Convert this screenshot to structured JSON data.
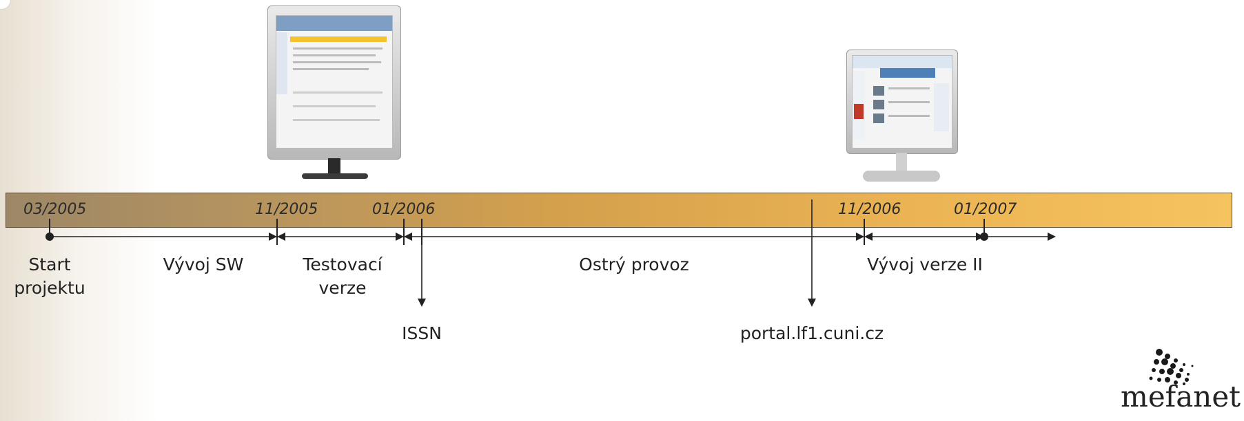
{
  "timeline": {
    "dates": [
      "03/2005",
      "11/2005",
      "01/2006",
      "11/2006",
      "01/2007"
    ],
    "phases": [
      {
        "label": "Start projektu"
      },
      {
        "label": "Vývoj SW"
      },
      {
        "label": "Testovací verze"
      },
      {
        "label": "Ostrý provoz"
      },
      {
        "label": "Vývoj verze II"
      }
    ],
    "milestones": [
      {
        "label": "ISSN"
      },
      {
        "label": "portal.lf1.cuni.cz"
      }
    ]
  },
  "logo": {
    "text": "mefanet"
  },
  "colors": {
    "band_start": "#9d8766",
    "band_end": "#f5c45e",
    "line": "#222222"
  }
}
